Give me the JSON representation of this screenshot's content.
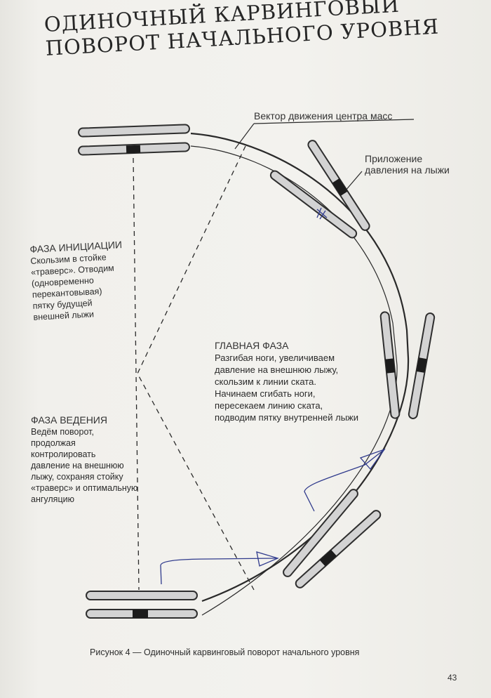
{
  "title": {
    "line1": "ОДИНОЧНЫЙ КАРВИНГОВЫЙ",
    "line2": "ПОВОРОТ НАЧАЛЬНОГО УРОВНЯ"
  },
  "labels": {
    "vector": "Вектор движения центра масс",
    "pressure_line1": "Приложение",
    "pressure_line2": "давления на лыжи"
  },
  "phases": {
    "initiation": {
      "heading": "ФАЗА ИНИЦИАЦИИ",
      "lines": [
        "Скользим в стойке",
        "«траверс». Отводим",
        "(одновременно",
        "перекантовывая)",
        "пятку будущей",
        "внешней лыжи"
      ]
    },
    "main": {
      "heading": "ГЛАВНАЯ ФАЗА",
      "lines": [
        "Разгибая ноги, увеличиваем",
        "давление на внешнюю лыжу,",
        "скользим к линии ската.",
        "Начинаем сгибать ноги,",
        "пересекаем линию ската,",
        "подводим пятку внутренней лыжи"
      ]
    },
    "guidance": {
      "heading": "ФАЗА ВЕДЕНИЯ",
      "lines": [
        "Ведём поворот,",
        "продолжая",
        "контролировать",
        "давление на внешнюю",
        "лыжу, сохраняя стойку",
        "«траверс» и оптимальную",
        "ангуляцию"
      ]
    }
  },
  "caption": "Рисунок 4 — Одиночный карвинговый поворот начального уровня",
  "page_number": "43"
}
